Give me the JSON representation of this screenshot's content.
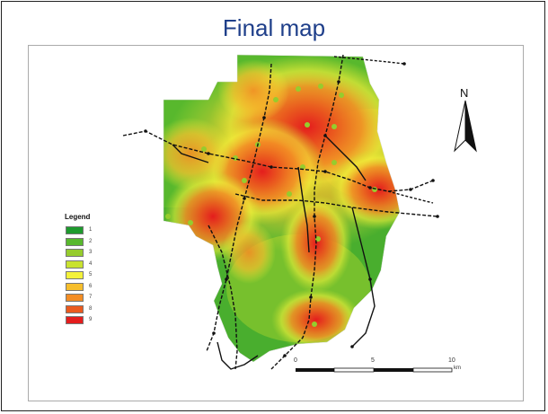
{
  "title": "Final map",
  "legend": {
    "title": "Legend",
    "items": [
      {
        "label": "1",
        "color": "#1e9a2e"
      },
      {
        "label": "2",
        "color": "#58b82d"
      },
      {
        "label": "3",
        "color": "#96cc2d"
      },
      {
        "label": "4",
        "color": "#c9e22f"
      },
      {
        "label": "5",
        "color": "#f4f23a"
      },
      {
        "label": "6",
        "color": "#f6be2c"
      },
      {
        "label": "7",
        "color": "#f38d24"
      },
      {
        "label": "8",
        "color": "#eb5a1e"
      },
      {
        "label": "9",
        "color": "#e41d1d"
      }
    ]
  },
  "north_arrow": {
    "letter": "N"
  },
  "scale_bar": {
    "labels": [
      "0",
      "5",
      "10"
    ],
    "unit": "km"
  },
  "colors": {
    "title": "#1f3f8a",
    "rail": "#111111",
    "frame": "#222222"
  }
}
